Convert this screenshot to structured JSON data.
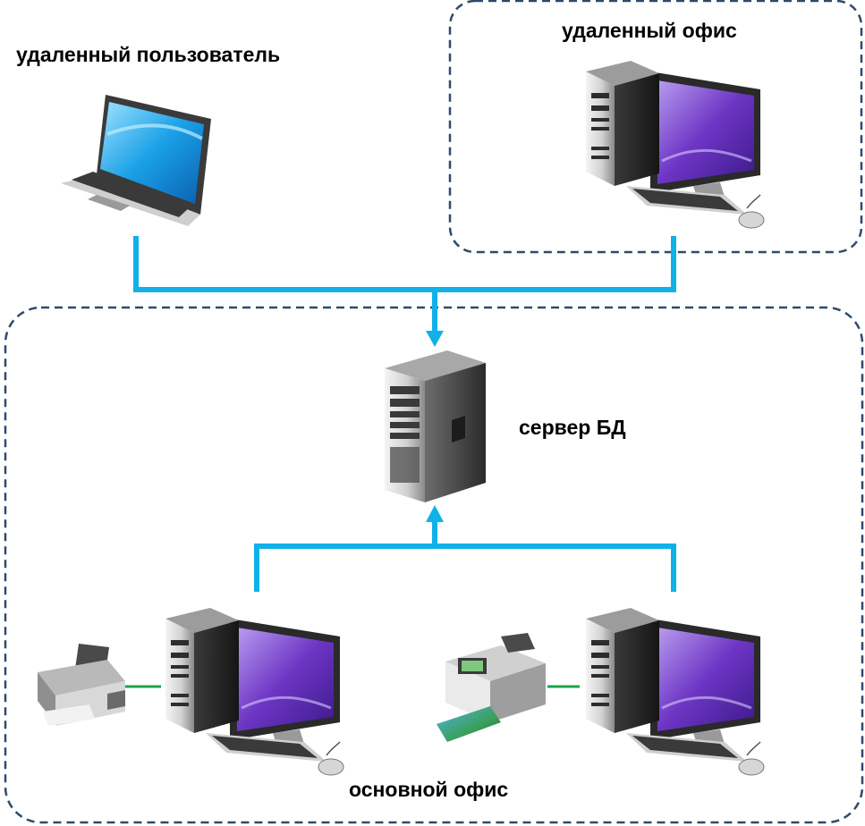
{
  "labels": {
    "remote_user": "удаленный пользователь",
    "remote_office": "удаленный офис",
    "db_server": "сервер БД",
    "main_office": "основной офис"
  },
  "colors": {
    "link": "#10b1e8",
    "local_link": "#1aa34a",
    "boundary": "#2f4a6b",
    "screen": "#7b3fc9"
  },
  "icons": [
    "laptop-icon",
    "workstation-icon",
    "server-tower-icon",
    "laser-printer-icon",
    "photo-printer-icon"
  ]
}
